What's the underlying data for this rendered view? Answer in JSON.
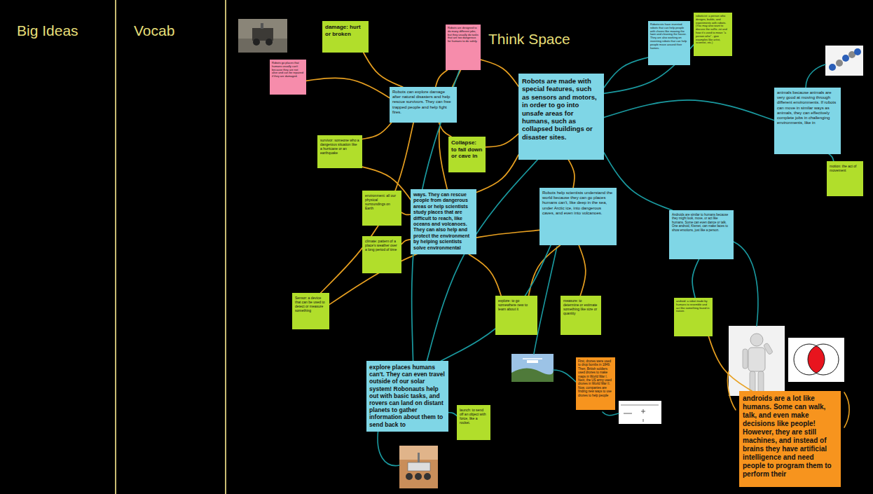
{
  "diagram": {
    "nodes": [
      {
        "text": [
          "damage: hurt or broken"
        ]
      },
      {
        "text": [
          "Robots are designed to do many different jobs, but they usually do tasks that are too dangerous for humans to do safely."
        ]
      },
      {
        "text": [
          "Robots go places that humans usually can't because they are not alive and can be repaired if they are damaged."
        ]
      },
      {
        "text": [
          "Robots can explore damage after natural disasters and help rescue survivors. They can free trapped people and help fight fires."
        ]
      },
      {
        "text": [
          "Robots are made with special features, such as sensors and motors, in order to go into unsafe areas for humans, such as collapsed buildings or disaster sites."
        ]
      },
      {
        "text": [
          "Roboticists have invented robots that can help people with chores like mowing the lawn and cleaning the house. They are also working on inventing robots that can help people move around their homes."
        ]
      },
      {
        "text": [
          "roboticist: a person who designs, builds, and experiments with robots. (You may also want to discuss the suffix -ist and how it's used to mean \"a person who\" - give examples like artist, scientist, etc.)"
        ]
      },
      {
        "text": [
          "animals because animals are very good at moving through different environments. If robots can move in similar ways as animals, they can effectively complete jobs in challenging environments, like in"
        ]
      },
      {
        "text": [
          "motion: the act of movement"
        ]
      },
      {
        "text": [
          "survivor: someone who a dangerous situation like a hurricane or an earthquake"
        ]
      },
      {
        "text": [
          "Collapse: to fall down or cave in"
        ]
      },
      {
        "text": [
          "environment: all our physical surroundings on Earth"
        ]
      },
      {
        "text": [
          "ways. They can rescue people from dangerous areas or help scientists study places that are difficult to reach, like oceans and volcanoes. They can also help and protect the environment by helping scientists solve environmental"
        ]
      },
      {
        "text": [
          "climate: pattern of a place's weather over a long period of time"
        ]
      },
      {
        "text": [
          "Sensor: a device that can be used to detect or measure something"
        ]
      },
      {
        "text": [
          "Robots help scientists understand the world because they can go places humans can't, like deep in the sea, under Arctic ice, into dangerous caves, and even into volcanoes."
        ]
      },
      {
        "text": [
          "explore: to go somewhere new to learn about it"
        ]
      },
      {
        "text": [
          "measure: to determine or estimate something like size or quantity"
        ]
      },
      {
        "text": [
          "Androids are similar to humans because they might look, move, or act like humans. Some can even dance or talk. One android, Kismet, can make faces to show emotions, just like a person."
        ]
      },
      {
        "text": [
          "android: a robot made by humans to resemble and act like something found in nature."
        ]
      },
      {
        "text": [
          "explore places humans can't. They can even travel outside of our solar system! Robonauts help out with basic tasks, and rovers can land on distant planets to gather information about them to send back to"
        ]
      },
      {
        "text": [
          "launch: to send off an object with force, like a rocket."
        ]
      },
      {
        "text": [
          "First, drones were used to drop bombs in 1849. Then, British soldiers used drones to make maps in World War I. Next, the US army used drones in World War II. Now, companies are finding new ways to use drones to help people"
        ]
      },
      {
        "text": [
          "androids are a lot like humans. Some can walk, talk, and even make decisions like people! However, they are still machines, and instead of brains they have artificial intelligence and need people to program them to perform their"
        ]
      }
    ],
    "edges": [
      {
        "from": 0,
        "to": 3,
        "arrow": "none"
      },
      {
        "from": 2,
        "to": 3,
        "arrow": "none"
      },
      {
        "from": 1,
        "to": 3,
        "arrow": "none"
      },
      {
        "from": 1,
        "to": 4,
        "arrow": "none"
      },
      {
        "from": 1,
        "to": 12,
        "arrow": "none"
      },
      {
        "from": 3,
        "to": 9,
        "arrow": "none"
      },
      {
        "from": 3,
        "to": 10,
        "arrow": "none"
      },
      {
        "from": 3,
        "to": 14,
        "arrow": "none"
      },
      {
        "from": 10,
        "to": 4,
        "arrow": "none"
      },
      {
        "from": 9,
        "to": 12,
        "arrow": "none"
      },
      {
        "from": 11,
        "to": 12,
        "arrow": "none"
      },
      {
        "from": 13,
        "to": 12,
        "arrow": "none"
      },
      {
        "from": 12,
        "to": 4,
        "arrow": "none"
      },
      {
        "from": 14,
        "to": 15,
        "arrow": "none"
      },
      {
        "from": 16,
        "to": 12,
        "arrow": "none"
      },
      {
        "from": 16,
        "to": 15,
        "arrow": "none"
      },
      {
        "from": 17,
        "to": 15,
        "arrow": "none"
      },
      {
        "from": 4,
        "to": 15,
        "arrow": "none"
      },
      {
        "from": 19,
        "to": 23,
        "arrow": "none"
      },
      {
        "from": 4,
        "to": 5,
        "arrow": "none"
      },
      {
        "from": 4,
        "to": 6,
        "arrow": "none"
      },
      {
        "from": 4,
        "to": 7,
        "arrow": "none"
      },
      {
        "from": 4,
        "to": 18,
        "arrow": "none"
      },
      {
        "from": 7,
        "to": 8,
        "arrow": "none"
      },
      {
        "from": 4,
        "to": 20,
        "arrow": "none"
      },
      {
        "from": 15,
        "to": 20,
        "arrow": "none"
      },
      {
        "from": 1,
        "to": 20,
        "arrow": "none"
      },
      {
        "from": 20,
        "to": 21,
        "arrow": "none"
      },
      {
        "from": 18,
        "to": 19,
        "arrow": "none"
      }
    ],
    "labels": [
      "Big Ideas",
      "Vocab",
      "Think Space"
    ]
  }
}
